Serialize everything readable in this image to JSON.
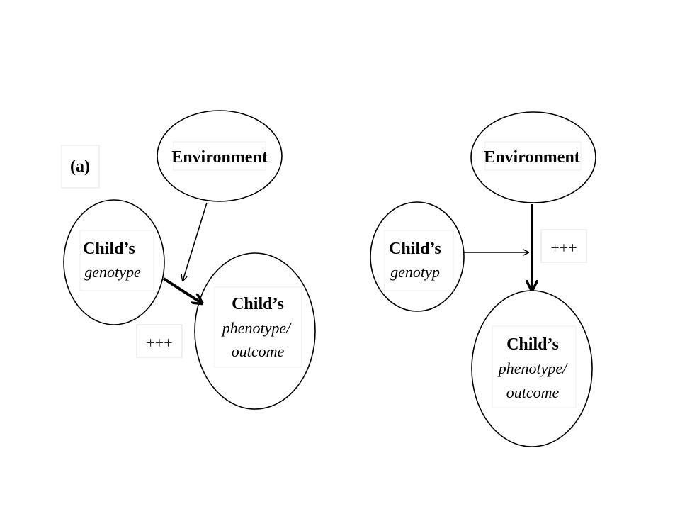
{
  "panel_a": {
    "label": "(a)",
    "environment": "Environment",
    "genotype_title": "Child’s",
    "genotype_sub": "genotype",
    "phenotype_title": "Child’s",
    "phenotype_line1": "phenotype/",
    "phenotype_line2": "outcome",
    "interaction_marker": "+++"
  },
  "panel_b": {
    "environment": "Environment",
    "genotype_title": "Child’s",
    "genotype_sub": "genotyp",
    "phenotype_title": "Child’s",
    "phenotype_line1": "phenotype/",
    "phenotype_line2": "outcome",
    "interaction_marker": "+++"
  }
}
